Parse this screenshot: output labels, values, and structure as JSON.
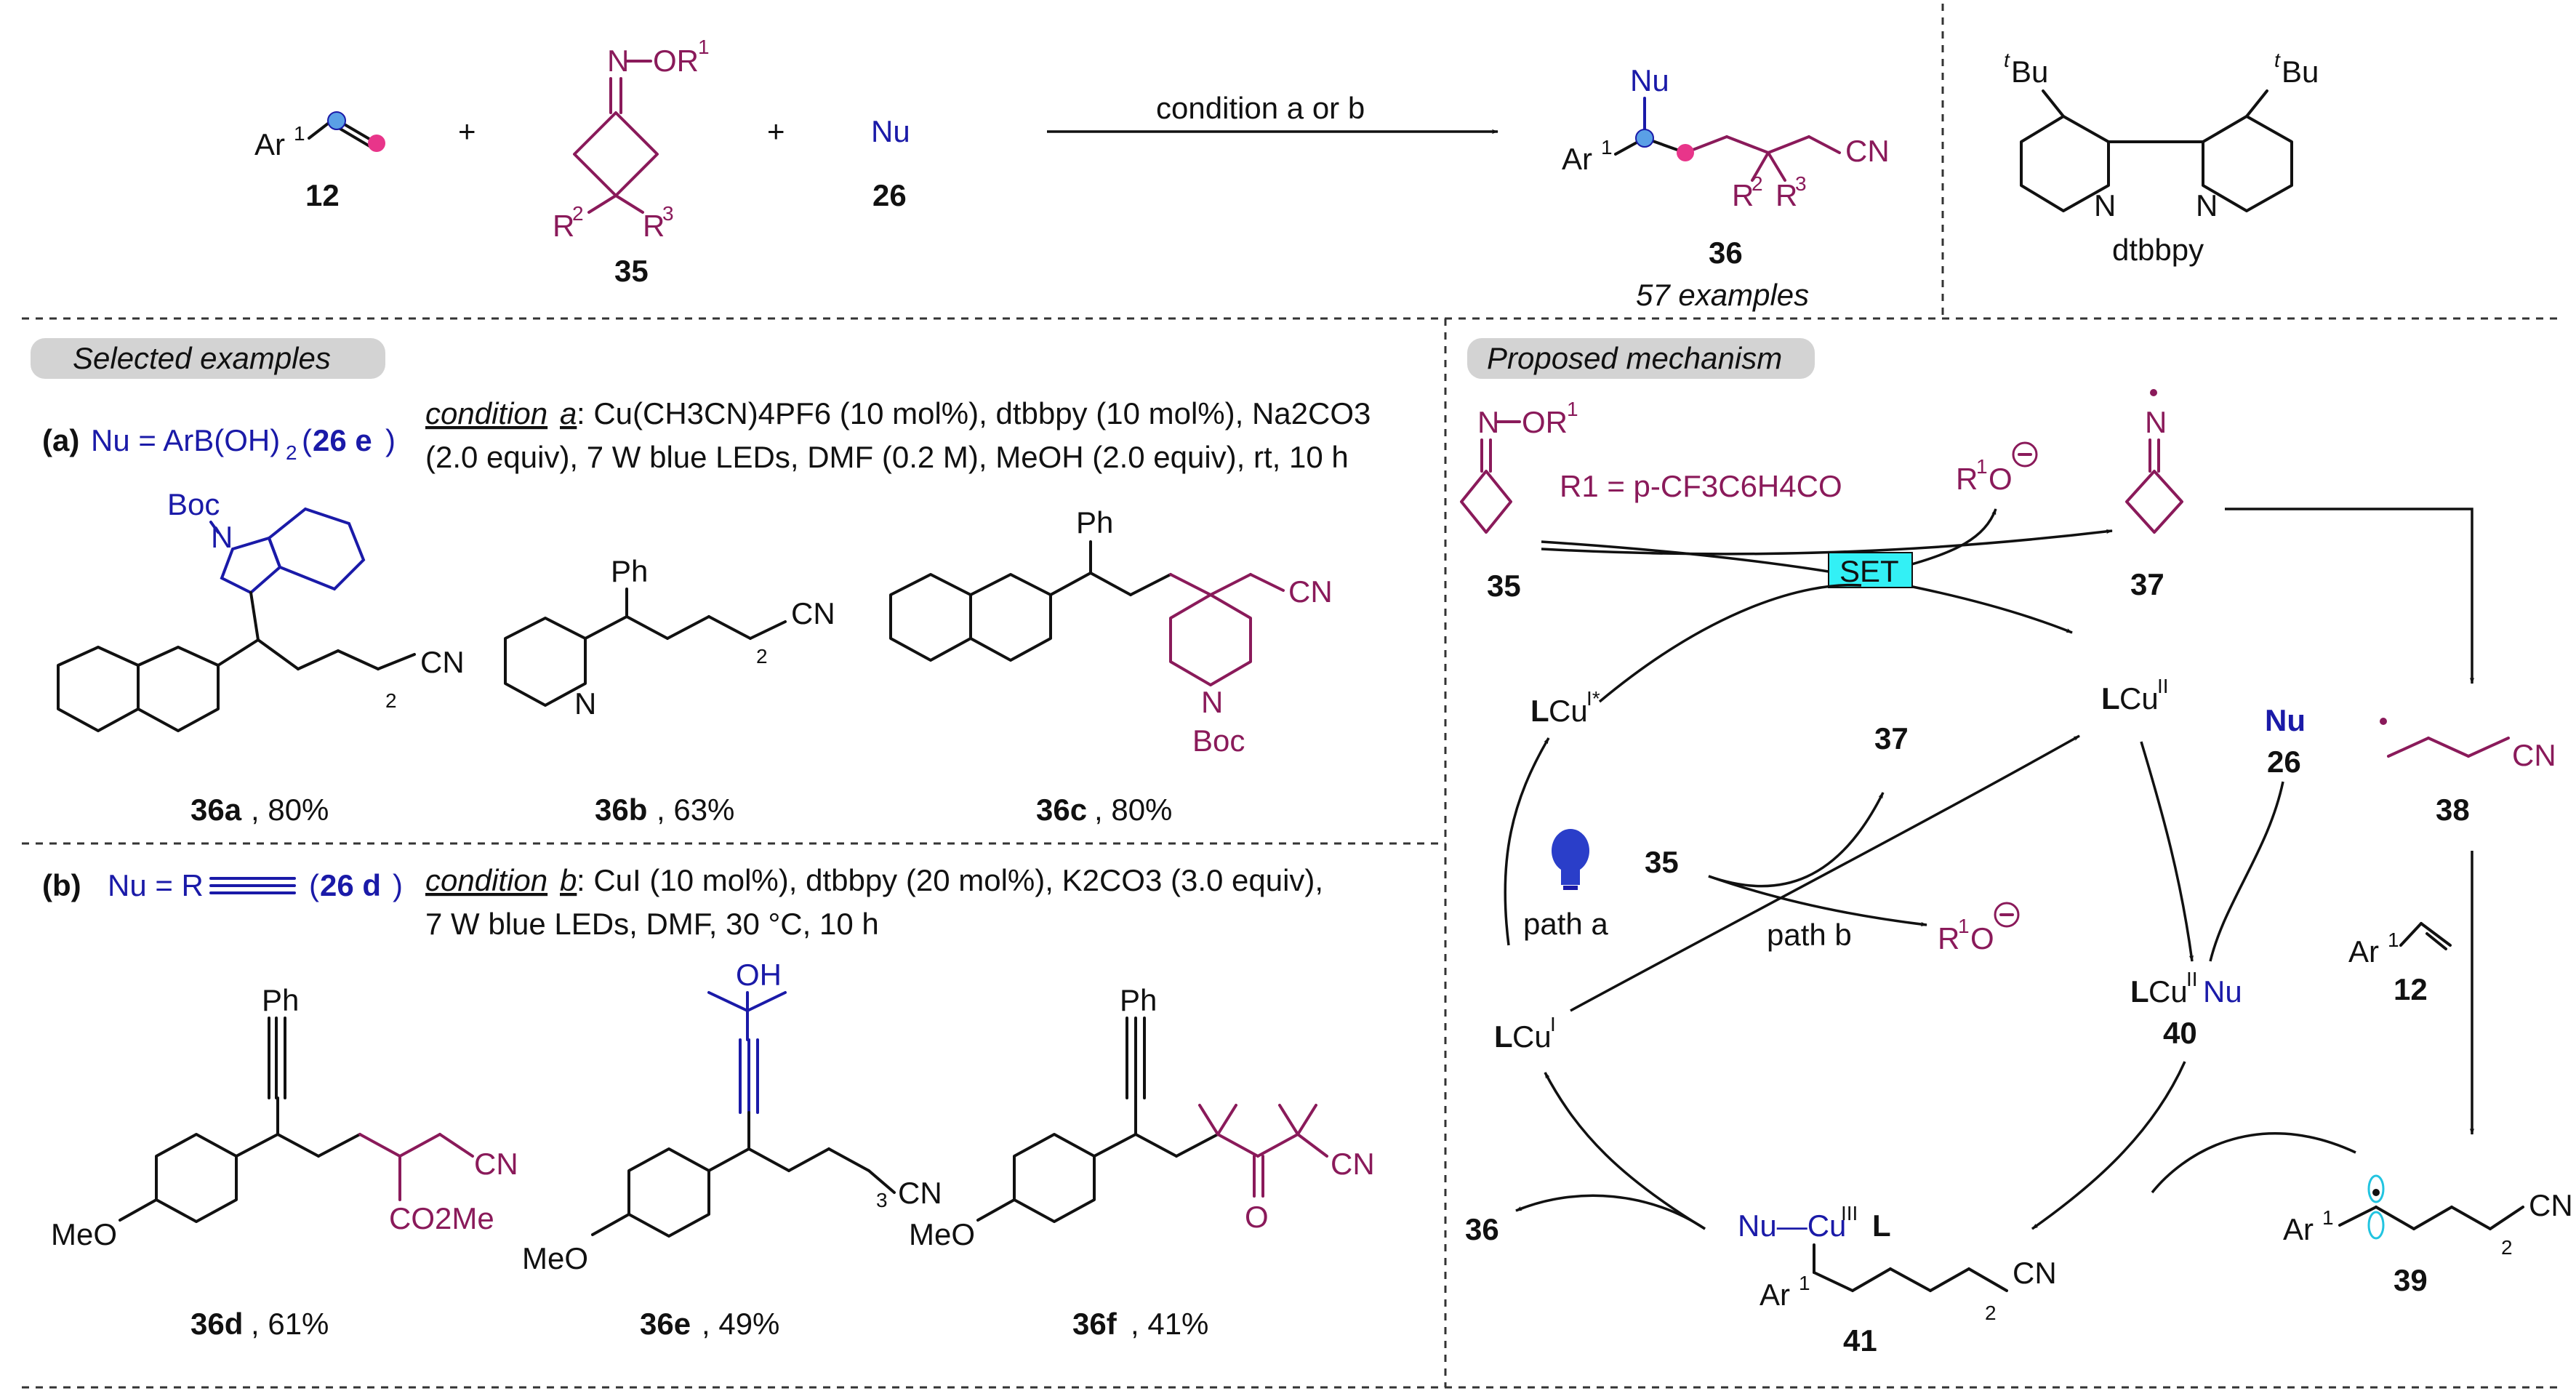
{
  "header": {
    "reactant_aryl": "Ar",
    "reactant_aryl_sup": "1",
    "plus": "+",
    "label_12": "12",
    "oxime_N_O": "N",
    "oxime_OR": "OR",
    "oxime_R_sup": "1",
    "r2": "R",
    "r2_sup": "2",
    "r3": "R",
    "r3_sup": "3",
    "label_35": "35",
    "nu": "Nu",
    "label_26": "26",
    "arrow_condition": "condition a or b",
    "product_nu": "Nu",
    "product_ar": "Ar",
    "product_ar_sup": "1",
    "product_cn": "CN",
    "label_36": "36",
    "examples_count": "57 examples",
    "ligand_tbu": "Bu",
    "ligand_t": "t",
    "ligand_N": "N",
    "ligand_name": "dtbbpy"
  },
  "selected_examples": {
    "tag": "Selected examples",
    "a_label": "(a)",
    "a_nu_text": "Nu = ArB(OH)",
    "a_nu_sub": "2",
    "a_nu_ref": "26 e",
    "a_cond_label": "condition",
    "a_cond_letter": "a",
    "a_cond_line1": ": Cu(CH3CN)4PF6 (10 mol%), dtbbpy (10 mol%), Na2CO3",
    "a_cond_line2": "(2.0 equiv), 7 W blue LEDs, DMF (0.2 M), MeOH (2.0 equiv), rt, 10 h",
    "boc": "Boc",
    "ph": "Ph",
    "cn": "CN",
    "sub2": "2",
    "sub3": "3",
    "n": "N",
    "p36a": "36a",
    "y36a": ", 80%",
    "p36b": "36b",
    "y36b": ", 63%",
    "p36c": "36c",
    "y36c": ", 80%",
    "b_label": "(b)",
    "b_nu_text": "Nu = R",
    "b_nu_ref": "26 d",
    "b_cond_label": "condition",
    "b_cond_letter": "b",
    "b_cond_line1": ": CuI (10 mol%), dtbbpy (20 mol%), K2CO3 (3.0 equiv),",
    "b_cond_line2": "7 W blue LEDs, DMF,  30 °C, 10 h",
    "meo": "MeO",
    "oh": "OH",
    "co2me": "CO2Me",
    "o": "O",
    "p36d": "36d",
    "y36d": ", 61%",
    "p36e": "36e",
    "y36e": ", 49%",
    "p36f": "36f",
    "y36f": ", 41%"
  },
  "mechanism": {
    "tag": "Proposed mechanism",
    "r1_def": "R1 = p-CF3C6H4CO",
    "set": "SET",
    "r1o": "R",
    "r1o_sup": "1",
    "r1o_o": "O",
    "label_35": "35",
    "label_37": "37",
    "label_38": "38",
    "label_39": "39",
    "label_40": "40",
    "label_41": "41",
    "label_36": "36",
    "label_26": "26",
    "label_12": "12",
    "lcu_star": "LCu",
    "lcu_star_sup": "I*",
    "lcu_ii": "LCu",
    "lcu_ii_sup": "II",
    "lcu_i": "LCu",
    "lcu_i_sup": "I",
    "lcu_nu": "LCu",
    "lcu_nu_sup": "II",
    "lcu_nu_tail": "Nu",
    "nu": "Nu",
    "nu_cu_iii": "Nu—Cu",
    "cu_iii_sup": "III",
    "cu_iii_L": "L",
    "path_a": "path a",
    "path_b": "path b",
    "ar1": "Ar",
    "ar1_sup": "1",
    "cn": "CN",
    "n": "N",
    "sub2": "2"
  }
}
